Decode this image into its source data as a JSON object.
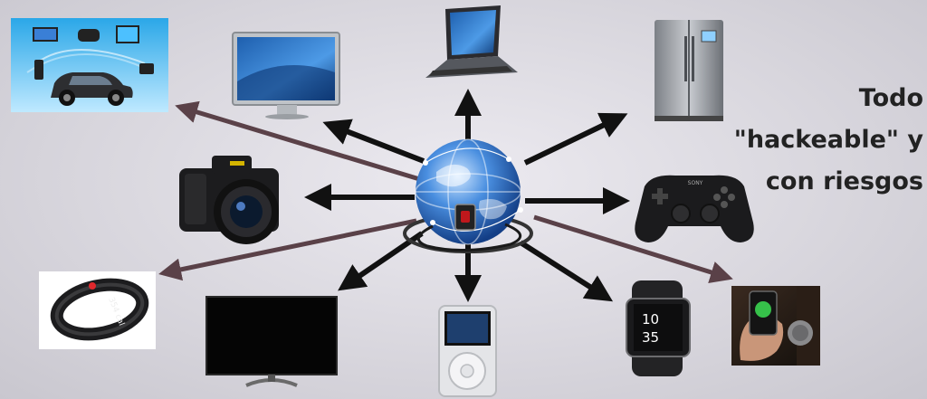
{
  "caption": {
    "line1": "Todo",
    "line2": "\"hackeable\" y",
    "line3": "con riesgos"
  },
  "device_labels": {
    "watch_time_hour": "10",
    "watch_time_min": "35",
    "fitband_text": "354 cal",
    "gamepad_brand": "SONY"
  },
  "colors": {
    "arrow_black": "#111111",
    "arrow_brown": "#5a4148",
    "globe_blue": "#2f6fc4",
    "background": "#dcdae0"
  },
  "devices": [
    {
      "name": "connected-car-devices",
      "icon": "car-devices-icon"
    },
    {
      "name": "desktop-monitor",
      "icon": "monitor-icon"
    },
    {
      "name": "laptop",
      "icon": "laptop-icon"
    },
    {
      "name": "refrigerator",
      "icon": "fridge-icon"
    },
    {
      "name": "gamepad",
      "icon": "gamepad-icon"
    },
    {
      "name": "dslr-camera",
      "icon": "camera-icon"
    },
    {
      "name": "fitness-band",
      "icon": "fitness-band-icon"
    },
    {
      "name": "television",
      "icon": "tv-icon"
    },
    {
      "name": "music-player",
      "icon": "ipod-icon"
    },
    {
      "name": "smartwatch",
      "icon": "smartwatch-icon"
    },
    {
      "name": "smart-lock",
      "icon": "smart-lock-icon"
    }
  ]
}
